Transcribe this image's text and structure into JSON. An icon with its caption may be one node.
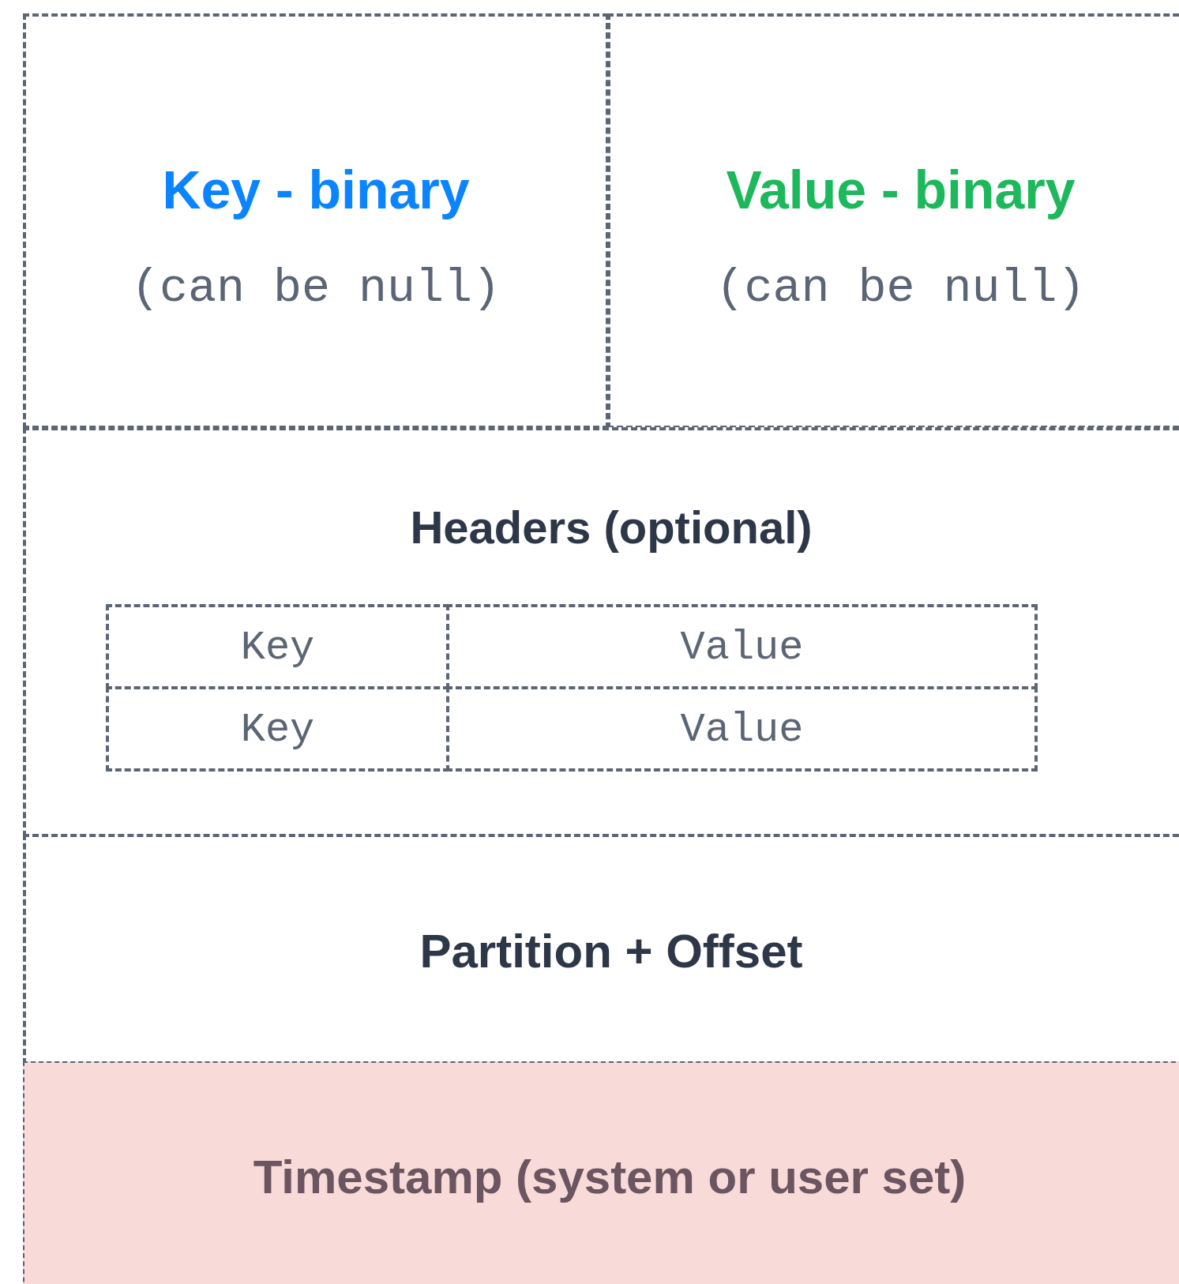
{
  "diagram": {
    "nodes": [
      {
        "text": [
          "Key - binary",
          "(can be null)"
        ]
      },
      {
        "text": [
          "Value - binary",
          "(can be null)"
        ]
      },
      {
        "text": [
          "Headers (optional)"
        ]
      },
      {
        "text": [
          "Key"
        ],
        "in": 2
      },
      {
        "text": [
          "Value"
        ],
        "in": 2
      },
      {
        "text": [
          "Key"
        ],
        "in": 2
      },
      {
        "text": [
          "Value"
        ],
        "in": 2
      },
      {
        "text": [
          "Partition + Offset"
        ]
      },
      {
        "text": [
          "Timestamp (system or user set)"
        ]
      }
    ]
  }
}
